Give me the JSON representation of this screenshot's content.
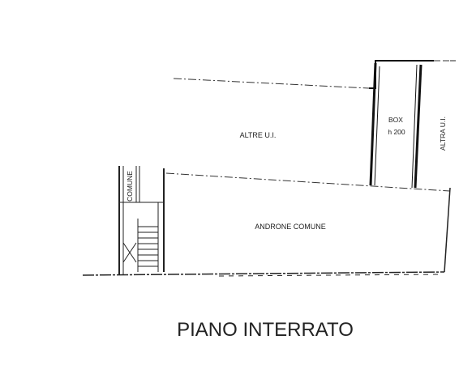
{
  "floor_plan": {
    "rooms": {
      "altre_ui": "ALTRE U.I.",
      "box_name": "BOX",
      "box_height": "h 200",
      "altra_ui": "ALTRA U.I.",
      "comune": "COMUNE",
      "androne_comune": "ANDRONE COMUNE"
    },
    "title": "PIANO INTERRATO"
  }
}
